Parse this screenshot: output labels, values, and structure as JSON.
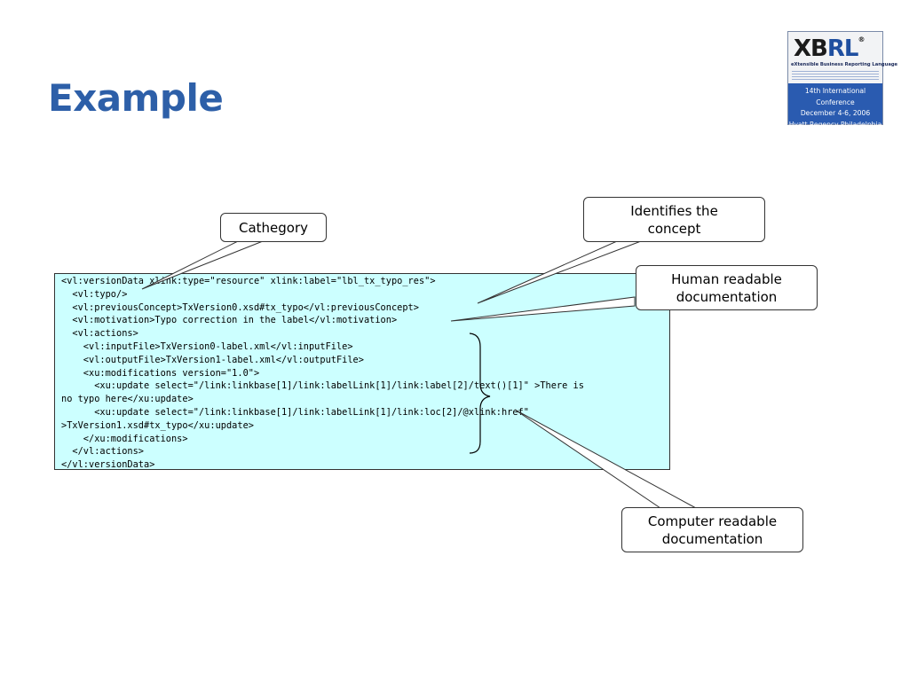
{
  "slide": {
    "title": "Example"
  },
  "logo": {
    "mark_xb": "XB",
    "mark_rl": "RL",
    "registered": "®",
    "tagline": "eXtensible Business Reporting Language",
    "conference_line1": "14th International Conference",
    "conference_line2": "December 4-6, 2006",
    "conference_line3": "Hyatt Regency Philadelphia"
  },
  "code": {
    "lines": [
      "<vl:versionData xlink:type=\"resource\" xlink:label=\"lbl_tx_typo_res\">",
      "  <vl:typo/>",
      "  <vl:previousConcept>TxVersion0.xsd#tx_typo</vl:previousConcept>",
      "  <vl:motivation>Typo correction in the label</vl:motivation>",
      "  <vl:actions>",
      "    <vl:inputFile>TxVersion0-label.xml</vl:inputFile>",
      "    <vl:outputFile>TxVersion1-label.xml</vl:outputFile>",
      "    <xu:modifications version=\"1.0\">",
      "      <xu:update select=\"/link:linkbase[1]/link:labelLink[1]/link:label[2]/text()[1]\" >There is",
      "no typo here</xu:update>",
      "      <xu:update select=\"/link:linkbase[1]/link:labelLink[1]/link:loc[2]/@xlink:href\"",
      ">TxVersion1.xsd#tx_typo</xu:update>",
      "    </xu:modifications>",
      "  </vl:actions>",
      "</vl:versionData>"
    ]
  },
  "callouts": {
    "category": "Cathegory",
    "identifies": "Identifies the\nconcept",
    "human": "Human readable\ndocumentation",
    "computer": "Computer readable\ndocumentation"
  },
  "colors": {
    "title": "#2d5fa8",
    "code_background": "#ccffff"
  }
}
